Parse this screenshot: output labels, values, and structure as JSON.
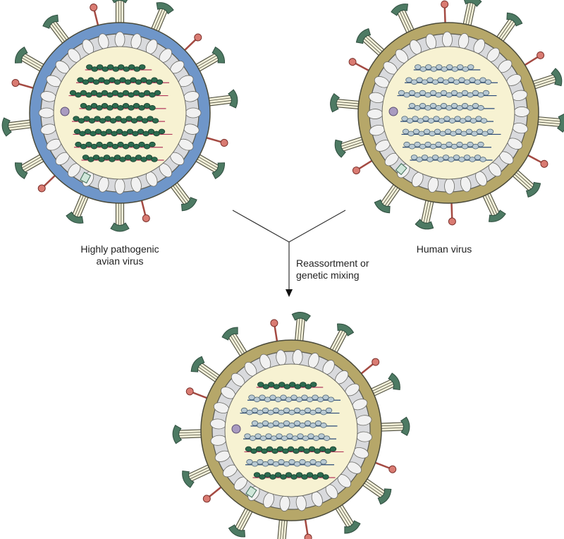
{
  "labels": {
    "avian_line1": "Highly pathogenic",
    "avian_line2": "avian virus",
    "human": "Human virus",
    "process_line1": "Reassortment or",
    "process_line2": "genetic mixing"
  },
  "viruses": [
    {
      "id": "avian",
      "envelope_color": "#6f96c9",
      "segments": [
        "dark",
        "dark",
        "dark",
        "dark",
        "dark",
        "dark",
        "dark",
        "dark"
      ]
    },
    {
      "id": "human",
      "envelope_color": "#b6a769",
      "segments": [
        "light",
        "light",
        "light",
        "light",
        "light",
        "light",
        "light",
        "light"
      ]
    },
    {
      "id": "reassortant",
      "envelope_color": "#b6a769",
      "segments": [
        "dark",
        "light",
        "light",
        "light",
        "light",
        "dark",
        "light",
        "dark"
      ]
    }
  ],
  "colors": {
    "inner_bg": "#f7f2d2",
    "matrix_fill": "#d9dadd",
    "spike_stem": "#f4f1da",
    "hemagglutinin_head": "#4d7a63",
    "neuraminidase_stalk": "#a44a42",
    "neuraminidase_head": "#d97b72",
    "dark_bead": "#2c6b4f",
    "light_bead": "#b9cad4",
    "rna_strand_dark": "#b33a5c",
    "rna_strand_light": "#2a4a7a"
  }
}
